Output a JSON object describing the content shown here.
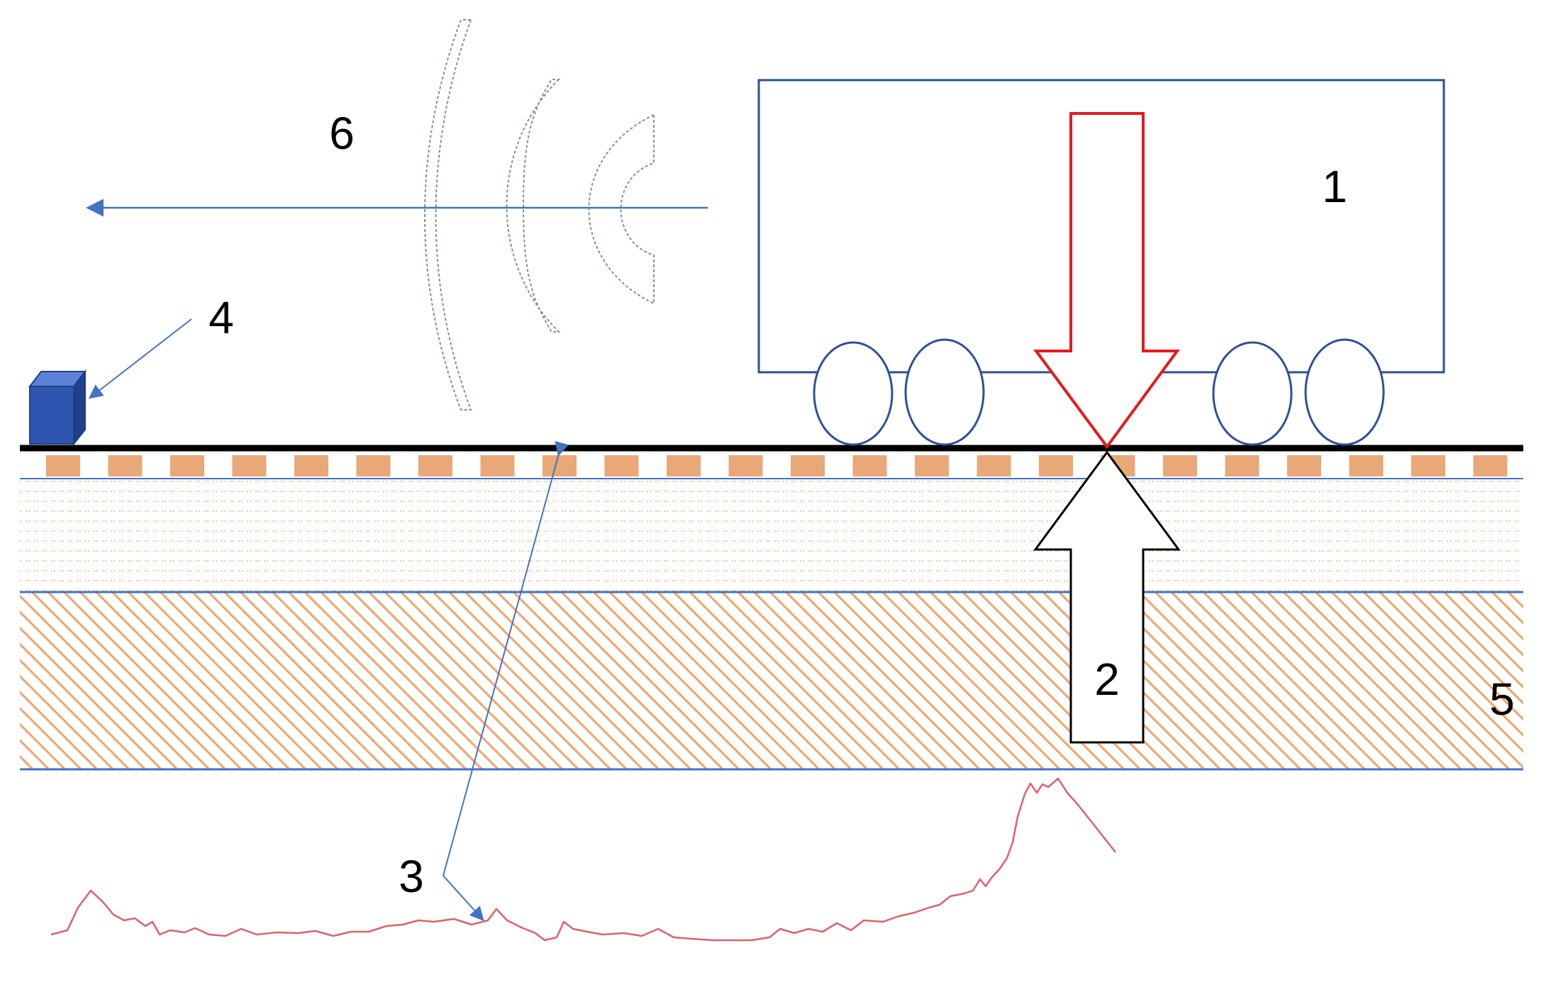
{
  "labels": {
    "wagon": "1",
    "force": "2",
    "signal": "3",
    "sensor": "4",
    "ground": "5",
    "wave": "6"
  },
  "colors": {
    "outline_blue": "#2f4f9a",
    "arrow_blue": "#4472c4",
    "load_red": "#e8191d",
    "rail_black": "#000000",
    "sleeper_orange": "#e9a877",
    "ballast_dots": "#f0b48a",
    "soil_hatch": "#f2a46a",
    "signal_red": "#e0606a",
    "sensor_blue": "#2e55b0",
    "wave_gray": "#7f8fa6"
  },
  "icons": {
    "sensor": "cube-icon",
    "load": "down-arrow-icon",
    "reaction": "up-arrow-icon",
    "wave": "sound-wave-icon"
  }
}
